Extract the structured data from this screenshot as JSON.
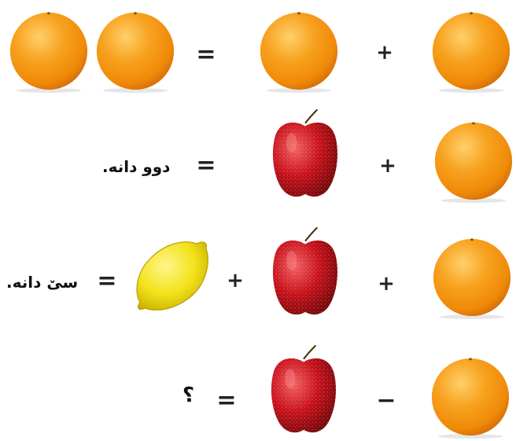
{
  "equations": [
    {
      "items": [
        "orange",
        "plus",
        "orange"
      ],
      "equals": "=",
      "result_icons": [
        "orange",
        "orange"
      ]
    },
    {
      "items": [
        "orange",
        "plus",
        "apple"
      ],
      "equals": "=",
      "result_text": "دوو دانه."
    },
    {
      "items": [
        "orange",
        "plus",
        "apple",
        "plus",
        "lemon"
      ],
      "equals": "=",
      "result_text": "سێ دانه."
    },
    {
      "items": [
        "orange",
        "minus",
        "apple"
      ],
      "equals": "=",
      "result_text": "؟"
    }
  ],
  "symbols": {
    "plus": "+",
    "minus": "−"
  }
}
